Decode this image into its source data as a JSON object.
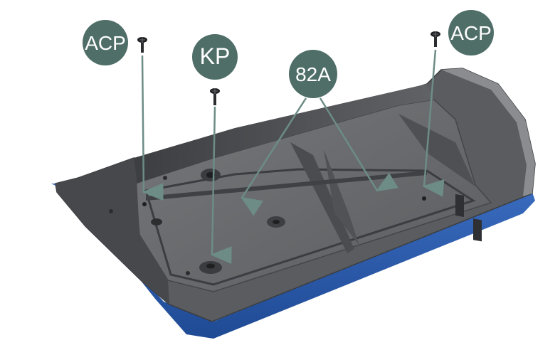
{
  "callouts": {
    "acp_left": "ACP",
    "kp": "KP",
    "part_82a": "82A",
    "acp_right": "ACP"
  },
  "colors": {
    "callout_fill": "#4f6e68",
    "arrow": "#6d8c86",
    "tray_body": "#57595c",
    "tray_floor": "#696b6e",
    "tray_edge": "#8e9094",
    "base_blue": "#2f5fae",
    "screw": "#1f2124"
  }
}
